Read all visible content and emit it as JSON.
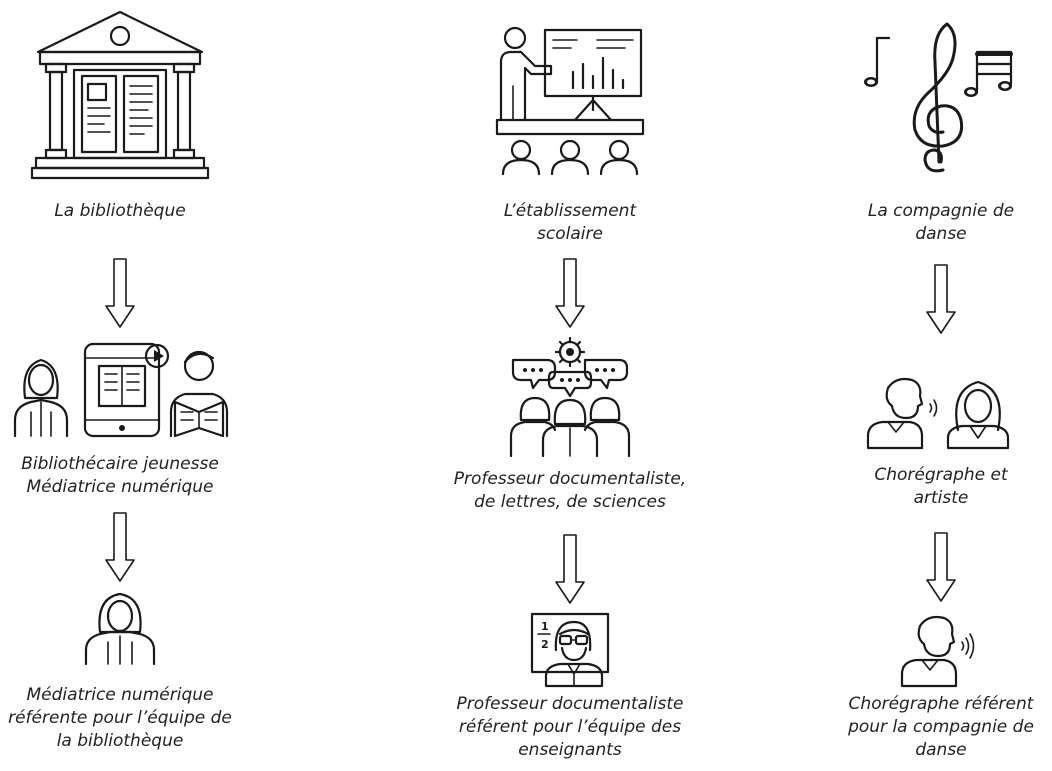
{
  "columns": [
    {
      "steps": [
        {
          "lines": [
            "La bibliothèque"
          ],
          "icon": "library-building-icon"
        },
        {
          "lines": [
            "Bibliothécaire jeunesse",
            "Médiatrice numérique"
          ],
          "icon": "librarians-digital-media-icon"
        },
        {
          "lines": [
            "Médiatrice numérique",
            "référente pour l’équipe de",
            "la bibliothèque"
          ],
          "icon": "mediator-person-icon"
        }
      ]
    },
    {
      "steps": [
        {
          "lines": [
            "L’établissement",
            "scolaire"
          ],
          "icon": "school-presentation-icon"
        },
        {
          "lines": [
            "Professeur documentaliste,",
            "de lettres, de sciences"
          ],
          "icon": "teachers-team-gear-icon"
        },
        {
          "lines": [
            "Professeur documentaliste",
            "référent pour l’équipe des",
            "enseignants"
          ],
          "icon": "teacher-board-icon"
        }
      ]
    },
    {
      "steps": [
        {
          "lines": [
            "La compagnie de",
            "danse"
          ],
          "icon": "music-notes-icon"
        },
        {
          "lines": [
            "Chorégraphe et",
            "artiste"
          ],
          "icon": "choreographer-artist-icon"
        },
        {
          "lines": [
            "Chorégraphe référent",
            "pour la compagnie de",
            "danse"
          ],
          "icon": "choreographer-speaking-icon"
        }
      ]
    }
  ]
}
